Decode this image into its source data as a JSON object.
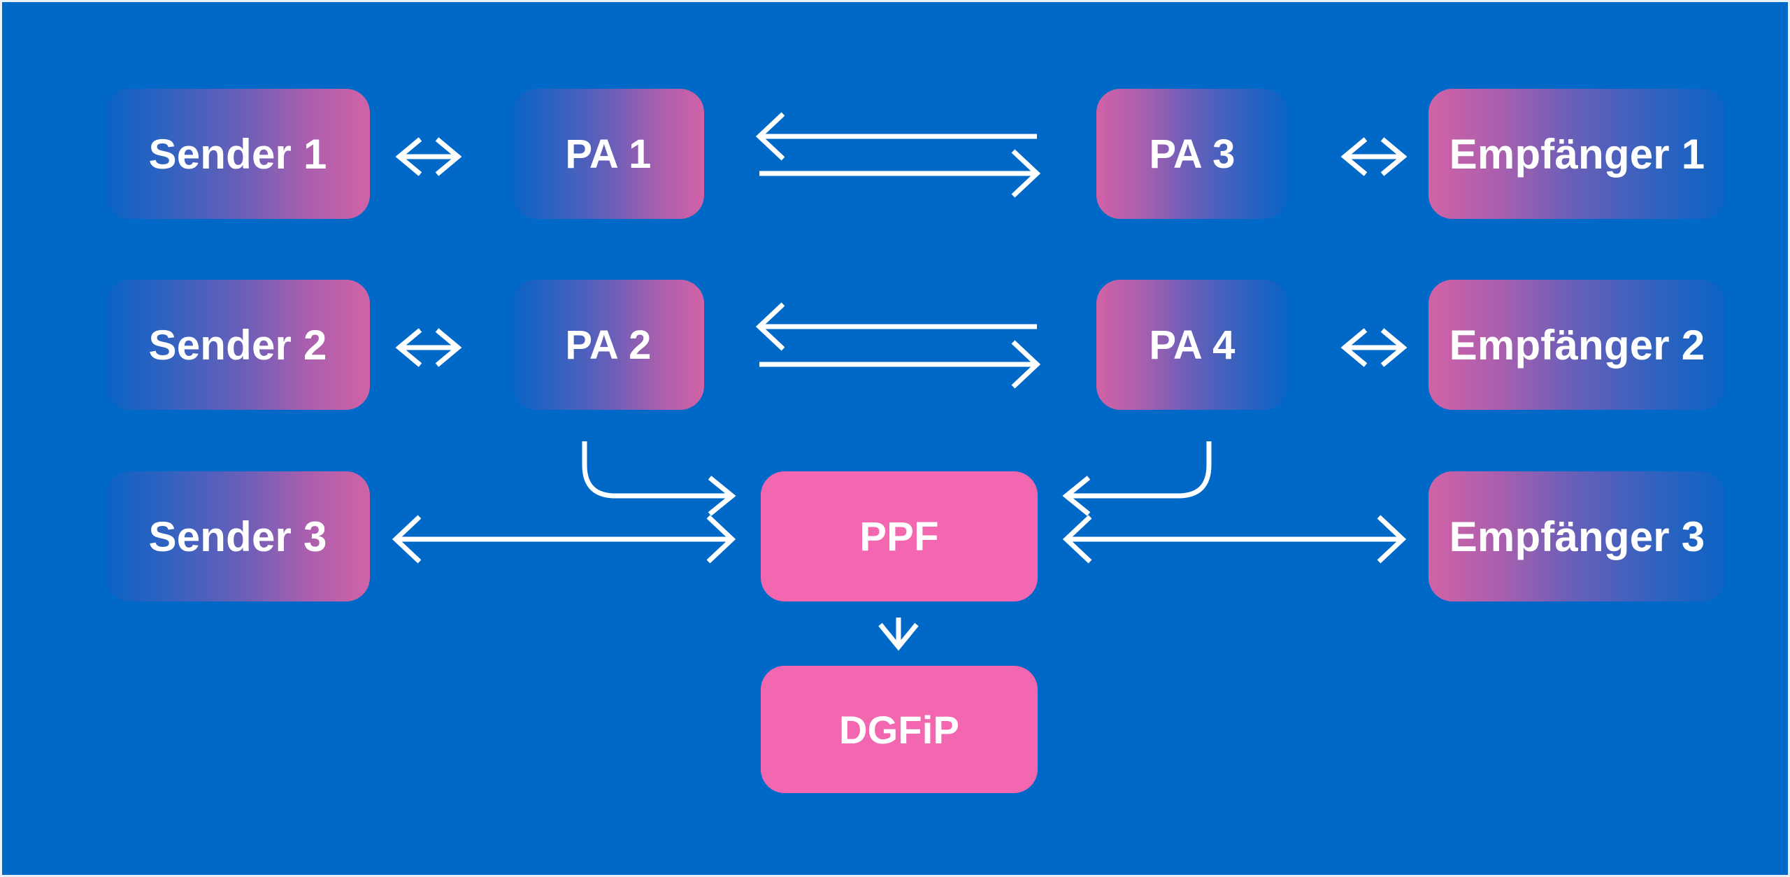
{
  "diagram": {
    "title": "E-Rechnung Sender PA PPF DGFiP Empfaenger Flow",
    "background_color": "#0069c8",
    "accent_pink": "#f367b0",
    "gradient_blue": "#0a63c4",
    "gradient_pink": "#d262a6",
    "arrow_color": "#ffffff"
  },
  "nodes": {
    "sender1": "Sender 1",
    "sender2": "Sender 2",
    "sender3": "Sender 3",
    "pa1": "PA 1",
    "pa2": "PA 2",
    "pa3": "PA 3",
    "pa4": "PA 4",
    "empfaenger1": "Empfänger 1",
    "empfaenger2": "Empfänger 2",
    "empfaenger3": "Empfänger 3",
    "ppf": "PPF",
    "dgfip": "DGFiP"
  },
  "connectors": [
    {
      "id": "sender1-pa1",
      "from": "Sender 1",
      "to": "PA 1",
      "type": "bidirectional",
      "shape": "straight"
    },
    {
      "id": "pa1-pa3-back",
      "from": "PA 3",
      "to": "PA 1",
      "type": "directional",
      "shape": "straight",
      "direction": "left"
    },
    {
      "id": "pa1-pa3-fwd",
      "from": "PA 1",
      "to": "PA 3",
      "type": "directional",
      "shape": "straight",
      "direction": "right"
    },
    {
      "id": "pa3-empfaenger1",
      "from": "PA 3",
      "to": "Empfänger 1",
      "type": "bidirectional",
      "shape": "straight"
    },
    {
      "id": "sender2-pa2",
      "from": "Sender 2",
      "to": "PA 2",
      "type": "bidirectional",
      "shape": "straight"
    },
    {
      "id": "pa2-pa4-back",
      "from": "PA 4",
      "to": "PA 2",
      "type": "directional",
      "shape": "straight",
      "direction": "left"
    },
    {
      "id": "pa2-pa4-fwd",
      "from": "PA 2",
      "to": "PA 4",
      "type": "directional",
      "shape": "straight",
      "direction": "right"
    },
    {
      "id": "pa4-empfaenger2",
      "from": "PA 4",
      "to": "Empfänger 2",
      "type": "bidirectional",
      "shape": "straight"
    },
    {
      "id": "pa2-ppf",
      "from": "PA 2",
      "to": "PPF",
      "type": "directional",
      "shape": "curved-down-right",
      "direction": "right"
    },
    {
      "id": "pa4-ppf",
      "from": "PA 4",
      "to": "PPF",
      "type": "directional",
      "shape": "curved-down-left",
      "direction": "left"
    },
    {
      "id": "sender3-ppf",
      "from": "Sender 3",
      "to": "PPF",
      "type": "bidirectional",
      "shape": "straight"
    },
    {
      "id": "ppf-empfaenger3",
      "from": "PPF",
      "to": "Empfänger 3",
      "type": "bidirectional",
      "shape": "straight"
    },
    {
      "id": "ppf-dgfip",
      "from": "PPF",
      "to": "DGFiP",
      "type": "directional",
      "shape": "straight",
      "direction": "down"
    }
  ]
}
